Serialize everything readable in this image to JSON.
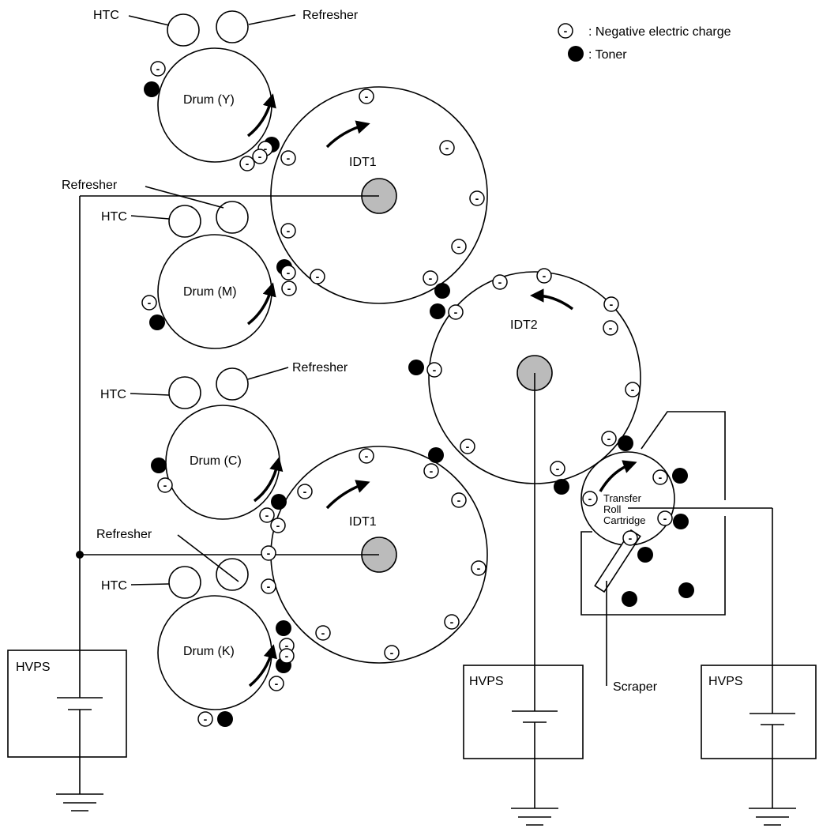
{
  "legend": {
    "negative_symbol": "-",
    "negative_label": ": Negative electric charge",
    "toner_label": ": Toner"
  },
  "labels": {
    "htc": "HTC",
    "refresher": "Refresher",
    "drum_y": "Drum (Y)",
    "drum_m": "Drum (M)",
    "drum_c": "Drum (C)",
    "drum_k": "Drum (K)",
    "idt1": "IDT1",
    "idt2": "IDT2",
    "transfer_roll_line1": "Transfer",
    "transfer_roll_line2": "Roll",
    "transfer_roll_line3": "Cartridge",
    "scraper": "Scraper",
    "hvps": "HVPS"
  },
  "colors": {
    "line": "#000000",
    "idt_core": "#bbbbbb",
    "toner": "#000000",
    "background": "#ffffff"
  }
}
